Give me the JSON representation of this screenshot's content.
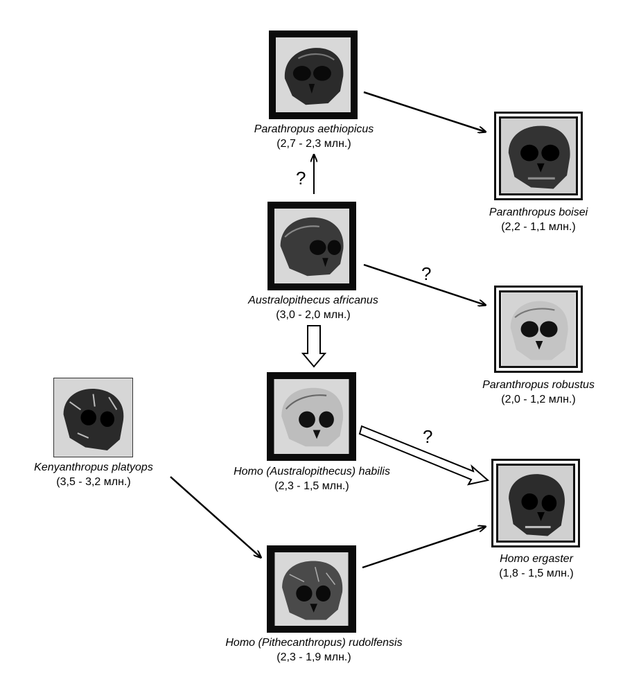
{
  "nodes": {
    "aethiopicus": {
      "name": "Parathropus aethiopicus",
      "dates": "(2,7 - 2,3 млн.)"
    },
    "africanus": {
      "name": "Australopithecus africanus",
      "dates": "(3,0 - 2,0 млн.)"
    },
    "habilis": {
      "name": "Homo (Australopithecus) habilis",
      "dates": "(2,3 - 1,5 млн.)"
    },
    "rudolfensis": {
      "name": "Homo (Pithecanthropus) rudolfensis",
      "dates": "(2,3 - 1,9 млн.)"
    },
    "platyops": {
      "name": "Kenyanthropus platyops",
      "dates": "(3,5 - 3,2 млн.)"
    },
    "boisei": {
      "name": "Paranthropus boisei",
      "dates": "(2,2 - 1,1 млн.)"
    },
    "robustus": {
      "name": "Paranthropus robustus",
      "dates": "(2,0 - 1,2 млн.)"
    },
    "ergaster": {
      "name": "Homo ergaster",
      "dates": "(1,8 - 1,5 млн.)"
    }
  },
  "question_marks": {
    "africanus_to_aethiopicus": "?",
    "africanus_to_robustus": "?",
    "habilis_to_ergaster": "?"
  },
  "colors": {
    "frame": "#0b0b0b",
    "skull_bg": "#c9c9c9",
    "skull": "#2a2a2a"
  }
}
